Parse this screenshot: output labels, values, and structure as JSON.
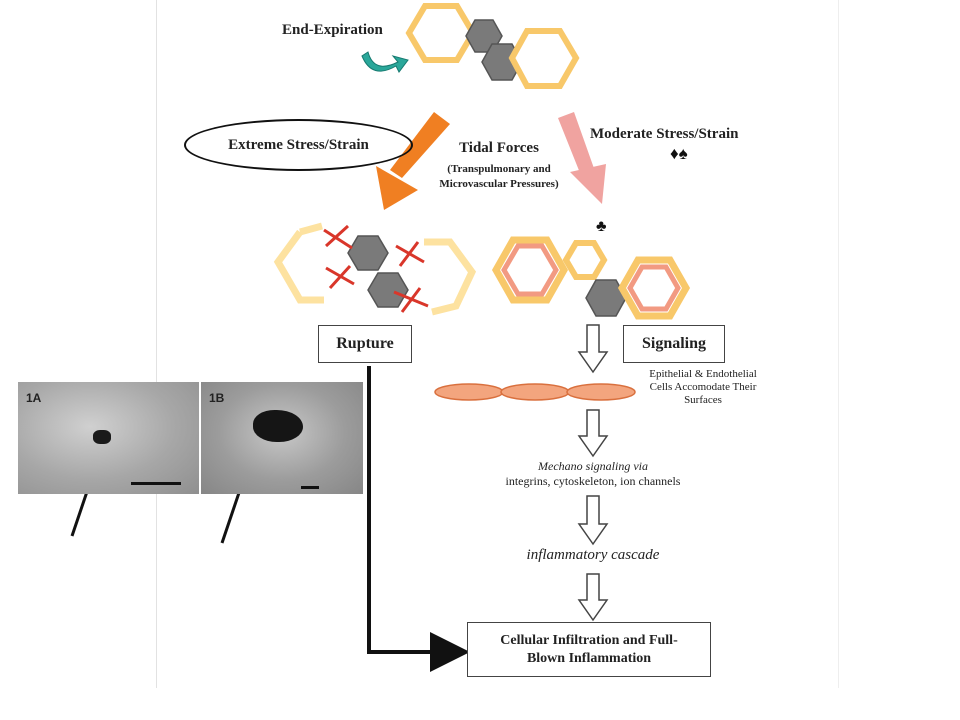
{
  "diagram": {
    "end_expiration": "End-Expiration",
    "extreme": "Extreme Stress/Strain",
    "moderate": "Moderate Stress/Strain",
    "moderate_symbols": "♦♠",
    "club_symbol": "♣",
    "tidal_title": "Tidal Forces",
    "tidal_sub": "(Transpulmonary and Microvascular Pressures)",
    "rupture": "Rupture",
    "signaling": "Signaling",
    "accommodate": "Epithelial & Endothelial Cells Accomodate Their Surfaces",
    "mechano_italic": "Mechano signaling via",
    "mechano_list": "integrins, cytoskeleton, ion channels",
    "cascade": "inflammatory cascade",
    "final": "Cellular Infiltration and Full-Blown Inflammation"
  },
  "micrographs": {
    "a_label": "1A",
    "b_label": "1B"
  },
  "colors": {
    "hex_fill": "#fde7b4",
    "hex_stroke": "#f8c86a",
    "gray_cell": "#7a7a7a",
    "signal_outline": "#f29a82",
    "orange_arrow": "#f07f22",
    "pink_arrow": "#f0a3a0",
    "x_mark": "#d9362a",
    "cylinder": "#f3a57e"
  }
}
